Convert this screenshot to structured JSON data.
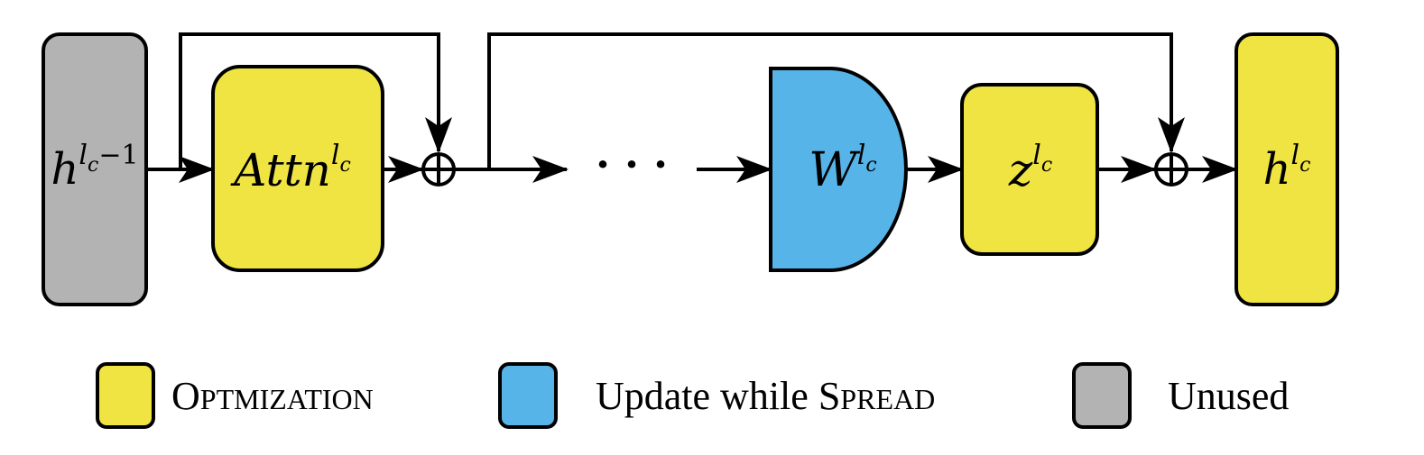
{
  "colors": {
    "optimization": "#F0E442",
    "update": "#56B4E9",
    "unused": "#B3B3B3",
    "stroke": "#000000"
  },
  "nodes": {
    "h_prev": {
      "base": "h",
      "sup": "l",
      "sup_sub": "c",
      "sup_tail": "−1",
      "role": "unused"
    },
    "attn": {
      "base": "Attn",
      "sup": "l",
      "sup_sub": "c",
      "role": "optimization"
    },
    "w": {
      "base": "W",
      "sup": "l",
      "sup_sub": "c",
      "role": "update"
    },
    "z": {
      "base": "z",
      "sup": "l",
      "sup_sub": "c",
      "role": "optimization"
    },
    "h_out": {
      "base": "h",
      "sup": "l",
      "sup_sub": "c",
      "role": "optimization"
    }
  },
  "ellipsis": "· · ·",
  "legend": {
    "optimization": {
      "label_first": "O",
      "label_rest": "ptmization"
    },
    "update": {
      "label_plain": "Update while ",
      "label_sc_first": "S",
      "label_sc_rest": "pread"
    },
    "unused": {
      "label": "Unused"
    }
  }
}
